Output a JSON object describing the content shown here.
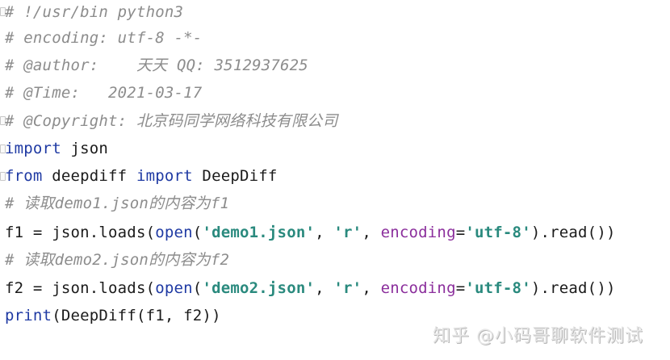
{
  "editor": {
    "language": "python",
    "lines": [
      {
        "type": "comment",
        "text": "# !/usr/bin python3"
      },
      {
        "type": "comment",
        "text": "# encoding: utf-8 -*-"
      },
      {
        "type": "comment",
        "text": "# @author:   天天 QQ: 3512937625"
      },
      {
        "type": "comment",
        "text": "# @Time:   2021-03-17"
      },
      {
        "type": "comment",
        "text": "# @Copyright: 北京码同学网络科技有限公司"
      },
      {
        "type": "code",
        "text": "import json"
      },
      {
        "type": "code",
        "text": "from deepdiff import DeepDiff"
      },
      {
        "type": "comment",
        "text": "# 读取demo1.json的内容为f1"
      },
      {
        "type": "code",
        "text": "f1 = json.loads(open('demo1.json', 'r', encoding='utf-8').read())"
      },
      {
        "type": "comment",
        "text": "# 读取demo2.json的内容为f2"
      },
      {
        "type": "code",
        "text": "f2 = json.loads(open('demo2.json', 'r', encoding='utf-8').read())"
      },
      {
        "type": "code",
        "text": "print(DeepDiff(f1, f2))"
      }
    ],
    "tokens": {
      "l0": "# !/usr/bin python3",
      "l1": "# encoding: utf-8 -*-",
      "l2": "# @author:    天天 QQ: 3512937625",
      "l3": "# @Time:   2021-03-17",
      "l4": "# @Copyright: 北京码同学网络科技有限公司",
      "l5_kw": "import",
      "l5_rest": " json",
      "l6_kw1": "from",
      "l6_mid": " deepdiff ",
      "l6_kw2": "import",
      "l6_rest": " DeepDiff",
      "l7": "# 读取demo1.json的内容为f1",
      "l8_a": "f1 = json.loads(",
      "l8_open": "open",
      "l8_b": "(",
      "l8_s1": "'demo1.json'",
      "l8_c": ", ",
      "l8_s2": "'r'",
      "l8_d": ", ",
      "l8_kwarg": "encoding",
      "l8_e": "=",
      "l8_s3": "'utf-8'",
      "l8_f": ").read())",
      "l9": "# 读取demo2.json的内容为f2",
      "l10_a": "f2 = json.loads(",
      "l10_open": "open",
      "l10_b": "(",
      "l10_s1": "'demo2.json'",
      "l10_c": ", ",
      "l10_s2": "'r'",
      "l10_d": ", ",
      "l10_kwarg": "encoding",
      "l10_e": "=",
      "l10_s3": "'utf-8'",
      "l10_f": ").read())",
      "l11_print": "print",
      "l11_rest": "(DeepDiff(f1, f2))"
    }
  },
  "watermark": "知乎 @小码哥聊软件测试",
  "colors": {
    "comment": "#8c8c8c",
    "keyword": "#1f3aa3",
    "string": "#2a8a7e",
    "kwarg": "#8b2e9c",
    "text": "#1b1b1b",
    "background": "#ffffff"
  }
}
